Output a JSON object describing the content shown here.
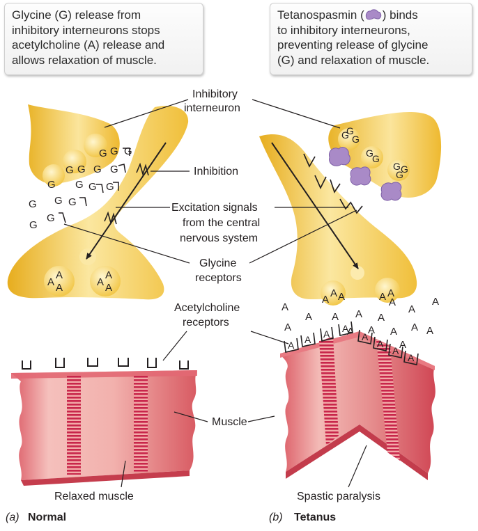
{
  "callouts": {
    "normal": [
      "Glycine (G) release from",
      "inhibitory interneurons stops",
      "acetylcholine (A) release and",
      "allows relaxation of muscle."
    ],
    "tetanus": {
      "line1_before": "Tetanospasmin (",
      "line1_after": ") binds",
      "lines": [
        "to inhibitory interneurons,",
        "preventing release of glycine",
        "(G) and relaxation of muscle."
      ]
    }
  },
  "labels": {
    "inhibitory_interneuron_1": "Inhibitory",
    "inhibitory_interneuron_2": "interneuron",
    "inhibition": "Inhibition",
    "excitation_1": "Excitation signals",
    "excitation_2": "from the central",
    "excitation_3": "nervous system",
    "glycine_receptors_1": "Glycine",
    "glycine_receptors_2": "receptors",
    "ach_receptors_1": "Acetylcholine",
    "ach_receptors_2": "receptors",
    "muscle": "Muscle",
    "relaxed_muscle": "Relaxed muscle",
    "spastic_paralysis": "Spastic paralysis"
  },
  "panels": {
    "a_letter": "(a)",
    "a_title": "Normal",
    "b_letter": "(b)",
    "b_title": "Tetanus"
  },
  "glyphs": {
    "glycine": "G",
    "acetylcholine": "A"
  },
  "colors": {
    "neuron_light": "#fbe9a6",
    "neuron_mid": "#f6cd4c",
    "neuron_dark": "#e3a91c",
    "muscle_light": "#f7c6c2",
    "muscle_mid": "#ea8f8c",
    "muscle_dark": "#d04654",
    "stripe": "#c8264b",
    "toxin": "#a98ac7",
    "toxin_dark": "#7d5fa6"
  }
}
